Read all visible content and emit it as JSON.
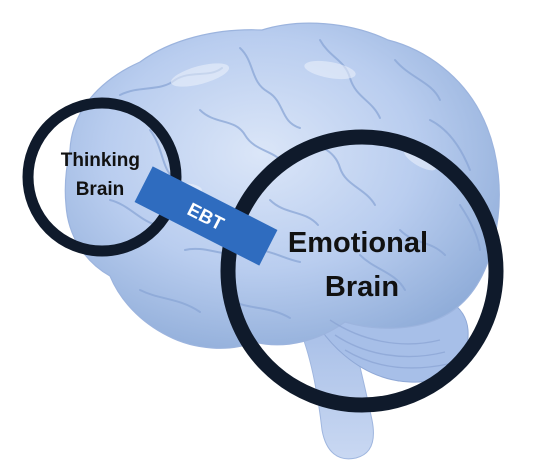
{
  "diagram": {
    "thinking_brain": {
      "line1": "Thinking",
      "line2": "Brain"
    },
    "emotional_brain": {
      "line1": "Emotional",
      "line2": "Brain"
    },
    "bridge": {
      "label": "EBT"
    }
  },
  "colors": {
    "brain_fill": "#b9cdef",
    "brain_shade": "#8fadd9",
    "ring": "#0f1a2b",
    "bridge": "#2f6cbf",
    "bridge_text": "#ffffff",
    "label_text": "#111111"
  }
}
